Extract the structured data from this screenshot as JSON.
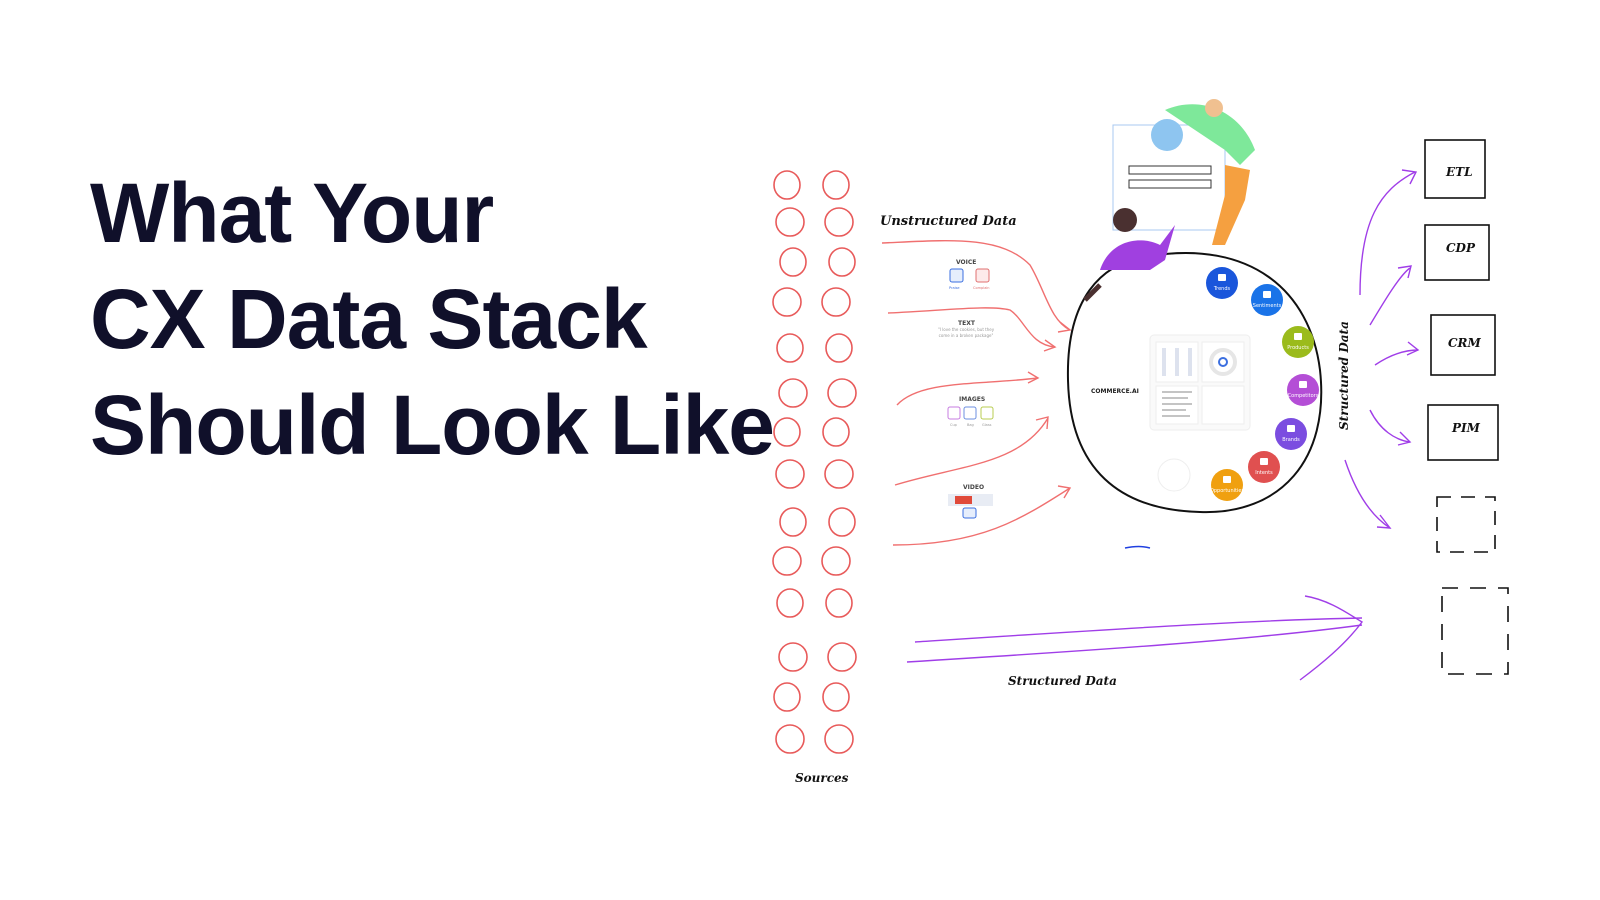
{
  "title": {
    "lines": [
      "What Your",
      "CX Data Stack",
      "Should Look Like"
    ]
  },
  "labels": {
    "unstructured": "Unstructured Data",
    "structured_bottom": "Structured Data",
    "structured_side": "Structured Data",
    "sources": "Sources"
  },
  "inputs": {
    "voice": {
      "label": "VOICE",
      "praise": "Praise",
      "complain": "Complain"
    },
    "text": {
      "label": "TEXT",
      "quote": "\"I love the cookies, but they come in a broken package\""
    },
    "images": {
      "label": "IMAGES",
      "items": [
        "Cup",
        "Bag",
        "Glass"
      ]
    },
    "video": {
      "label": "VIDEO"
    }
  },
  "hub": {
    "brand": "COMMERCE.AI",
    "nodes": [
      {
        "label": "Trends",
        "color": "#1a56db"
      },
      {
        "label": "Sentiments",
        "color": "#1a73e8"
      },
      {
        "label": "Products",
        "color": "#9bbb1c"
      },
      {
        "label": "Competitors",
        "color": "#b44ed6"
      },
      {
        "label": "Brands",
        "color": "#7b4de0"
      },
      {
        "label": "Intents",
        "color": "#e05050"
      },
      {
        "label": "Opportunities",
        "color": "#f0a010"
      }
    ]
  },
  "destinations": [
    "ETL",
    "CDP",
    "CRM",
    "PIM",
    "",
    ""
  ],
  "colors": {
    "sources": "#e85a5a",
    "arrows_in": "#f07070",
    "arrows_out": "#a03ee8",
    "title": "#10102a"
  }
}
